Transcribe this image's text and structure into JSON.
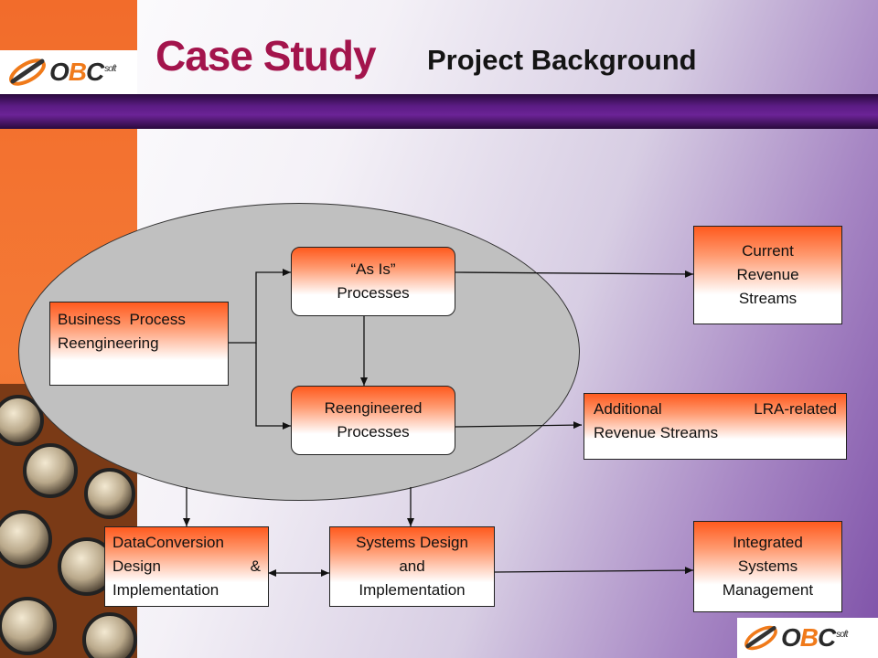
{
  "header": {
    "title": "Case Study",
    "subtitle": "Project Background"
  },
  "logo": {
    "text_o": "O",
    "text_b": "B",
    "text_c": "C",
    "text_soft": "soft"
  },
  "diagram": {
    "business_process": {
      "line1_a": "Business",
      "line1_b": "Process",
      "line2": "Reengineering"
    },
    "as_is": {
      "line1": "“As Is”",
      "line2": "Processes"
    },
    "reengineered": {
      "line1": "Reengineered",
      "line2": "Processes"
    },
    "current_revenue": {
      "line1": "Current",
      "line2": "Revenue",
      "line3": "Streams"
    },
    "additional_revenue": {
      "line1_a": "Additional",
      "line1_b": "LRA-related",
      "line2": "Revenue Streams"
    },
    "data_conversion": {
      "line1": "DataConversion",
      "line2_a": "Design",
      "line2_b": "&",
      "line3": "Implementation"
    },
    "systems_design": {
      "line1": "Systems Design",
      "line2": "and",
      "line3": "Implementation"
    },
    "integrated_systems": {
      "line1": "Integrated",
      "line2": "Systems",
      "line3": "Management"
    }
  },
  "colors": {
    "title": "#a3144c",
    "band": "#5c1c85",
    "accent_orange": "#f26c2b",
    "box_top": "#ff5a1e"
  }
}
